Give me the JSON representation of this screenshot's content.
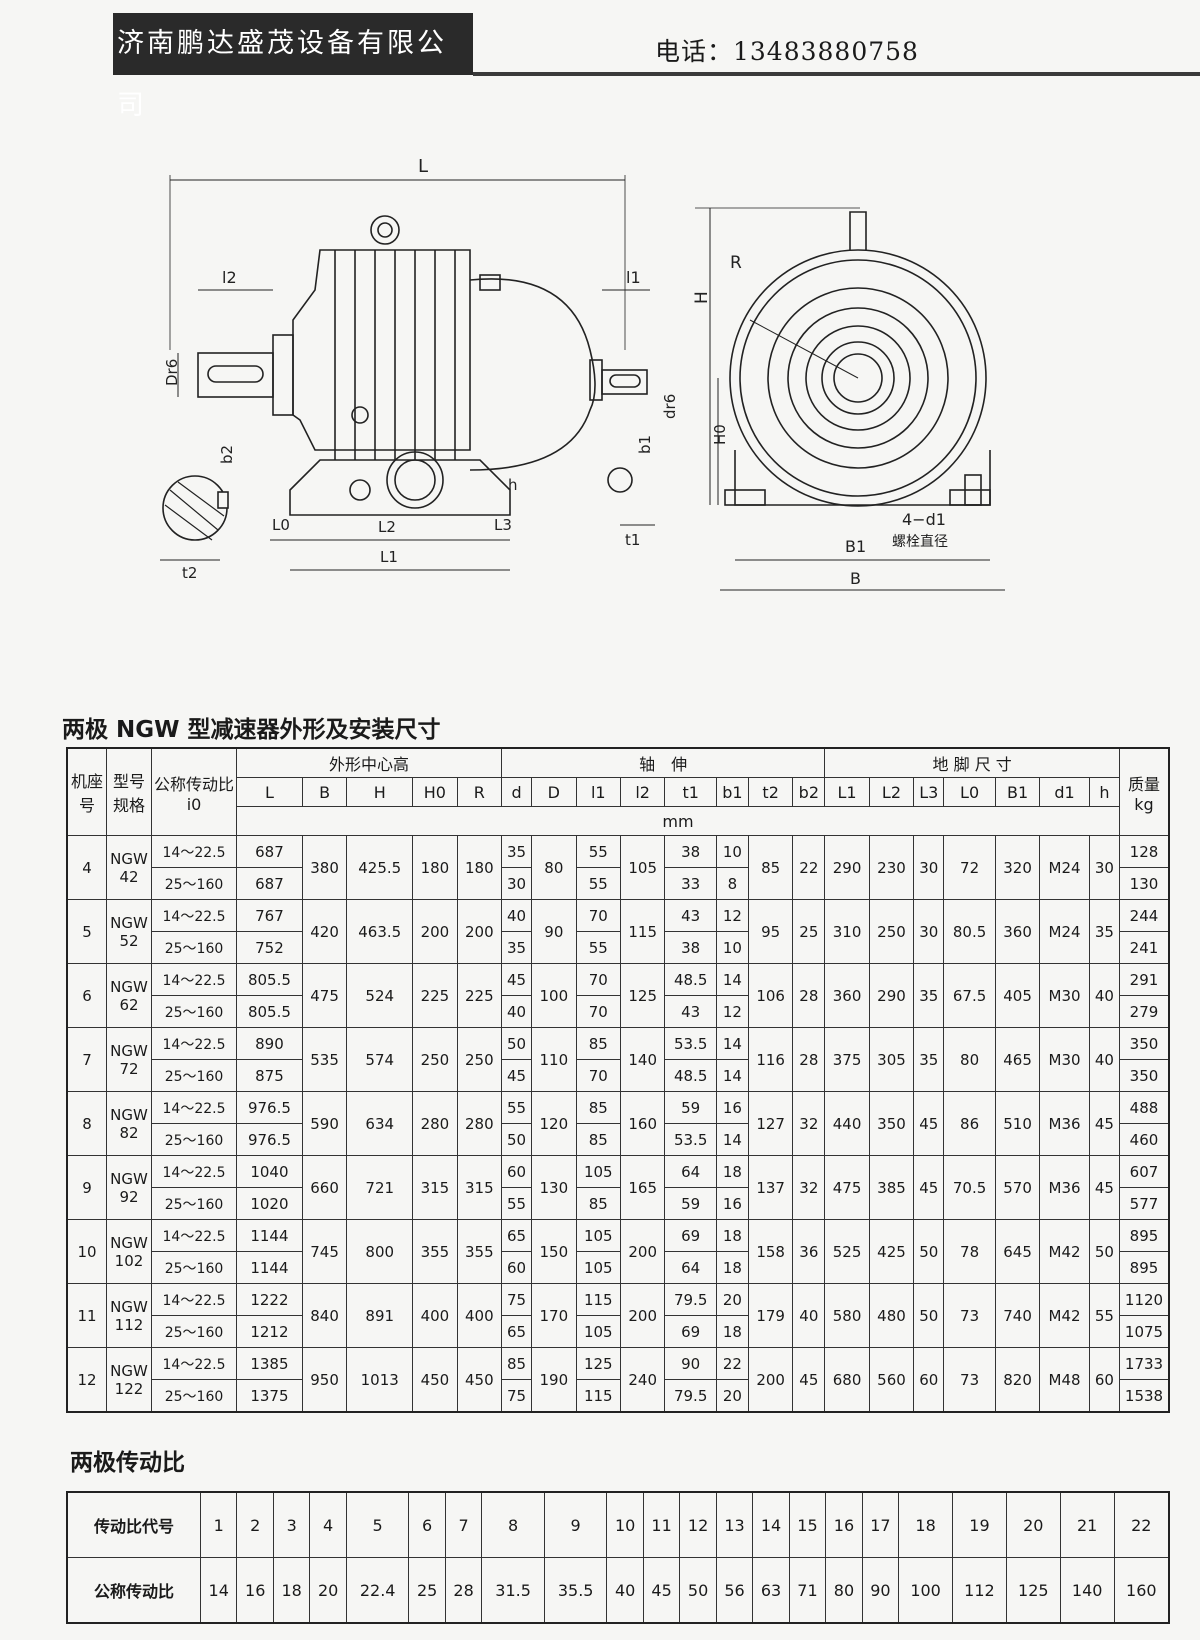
{
  "header": {
    "company": "济南鹏达盛茂设备有限公司",
    "phone": "电话：13483880758"
  },
  "drawing": {
    "labels": {
      "L": "L",
      "l2": "l2",
      "l1": "l1",
      "D": "Dr6",
      "d": "dr6",
      "H": "H",
      "H0": "H0",
      "R": "R",
      "b1": "b1",
      "b2": "b2",
      "t1": "t1",
      "t2": "t2",
      "h": "h",
      "L0": "L0",
      "L1": "L1",
      "L2": "L2",
      "L3": "L3",
      "B": "B",
      "B1": "B1",
      "bolt": "4−d1",
      "bolt_note": "螺栓直径"
    }
  },
  "dims_table": {
    "title": "两极 NGW 型减速器外形及安装尺寸",
    "h_seat": "机座号",
    "h_model": "型号规格",
    "h_ratio": "公称传动比i0",
    "g_outline": "外形中心高",
    "g_shaft": "轴　伸",
    "g_foot": "地 脚 尺 寸",
    "h_mass": "质量kg",
    "unit": "mm",
    "cols": [
      "L",
      "B",
      "H",
      "H0",
      "R",
      "d",
      "D",
      "l1",
      "l2",
      "t1",
      "b1",
      "t2",
      "b2",
      "L1",
      "L2",
      "L3",
      "L0",
      "B1",
      "d1",
      "h"
    ],
    "groups": [
      {
        "seat": "4",
        "model": "NGW 42",
        "B": "380",
        "H": "425.5",
        "H0": "180",
        "R": "180",
        "D": "80",
        "l2": "105",
        "t2": "85",
        "b2": "22",
        "L1": "290",
        "L2": "230",
        "L3": "30",
        "L0": "72",
        "B1": "320",
        "d1": "M24",
        "h": "30",
        "rows": [
          {
            "ratio": "14～22.5",
            "L": "687",
            "d": "35",
            "l1": "55",
            "t1": "38",
            "b1": "10",
            "mass": "128"
          },
          {
            "ratio": "25～160",
            "L": "687",
            "d": "30",
            "l1": "55",
            "t1": "33",
            "b1": "8",
            "mass": "130"
          }
        ]
      },
      {
        "seat": "5",
        "model": "NGW 52",
        "B": "420",
        "H": "463.5",
        "H0": "200",
        "R": "200",
        "D": "90",
        "l2": "115",
        "t2": "95",
        "b2": "25",
        "L1": "310",
        "L2": "250",
        "L3": "30",
        "L0": "80.5",
        "B1": "360",
        "d1": "M24",
        "h": "35",
        "rows": [
          {
            "ratio": "14～22.5",
            "L": "767",
            "d": "40",
            "l1": "70",
            "t1": "43",
            "b1": "12",
            "mass": "244"
          },
          {
            "ratio": "25～160",
            "L": "752",
            "d": "35",
            "l1": "55",
            "t1": "38",
            "b1": "10",
            "mass": "241"
          }
        ]
      },
      {
        "seat": "6",
        "model": "NGW 62",
        "B": "475",
        "H": "524",
        "H0": "225",
        "R": "225",
        "D": "100",
        "l2": "125",
        "t2": "106",
        "b2": "28",
        "L1": "360",
        "L2": "290",
        "L3": "35",
        "L0": "67.5",
        "B1": "405",
        "d1": "M30",
        "h": "40",
        "rows": [
          {
            "ratio": "14～22.5",
            "L": "805.5",
            "d": "45",
            "l1": "70",
            "t1": "48.5",
            "b1": "14",
            "mass": "291"
          },
          {
            "ratio": "25～160",
            "L": "805.5",
            "d": "40",
            "l1": "70",
            "t1": "43",
            "b1": "12",
            "mass": "279"
          }
        ]
      },
      {
        "seat": "7",
        "model": "NGW 72",
        "B": "535",
        "H": "574",
        "H0": "250",
        "R": "250",
        "D": "110",
        "l2": "140",
        "t2": "116",
        "b2": "28",
        "L1": "375",
        "L2": "305",
        "L3": "35",
        "L0": "80",
        "B1": "465",
        "d1": "M30",
        "h": "40",
        "rows": [
          {
            "ratio": "14～22.5",
            "L": "890",
            "d": "50",
            "l1": "85",
            "t1": "53.5",
            "b1": "14",
            "mass": "350"
          },
          {
            "ratio": "25～160",
            "L": "875",
            "d": "45",
            "l1": "70",
            "t1": "48.5",
            "b1": "14",
            "mass": "350"
          }
        ]
      },
      {
        "seat": "8",
        "model": "NGW 82",
        "B": "590",
        "H": "634",
        "H0": "280",
        "R": "280",
        "D": "120",
        "l2": "160",
        "t2": "127",
        "b2": "32",
        "L1": "440",
        "L2": "350",
        "L3": "45",
        "L0": "86",
        "B1": "510",
        "d1": "M36",
        "h": "45",
        "rows": [
          {
            "ratio": "14～22.5",
            "L": "976.5",
            "d": "55",
            "l1": "85",
            "t1": "59",
            "b1": "16",
            "mass": "488"
          },
          {
            "ratio": "25～160",
            "L": "976.5",
            "d": "50",
            "l1": "85",
            "t1": "53.5",
            "b1": "14",
            "mass": "460"
          }
        ]
      },
      {
        "seat": "9",
        "model": "NGW 92",
        "B": "660",
        "H": "721",
        "H0": "315",
        "R": "315",
        "D": "130",
        "l2": "165",
        "t2": "137",
        "b2": "32",
        "L1": "475",
        "L2": "385",
        "L3": "45",
        "L0": "70.5",
        "B1": "570",
        "d1": "M36",
        "h": "45",
        "rows": [
          {
            "ratio": "14～22.5",
            "L": "1040",
            "d": "60",
            "l1": "105",
            "t1": "64",
            "b1": "18",
            "mass": "607"
          },
          {
            "ratio": "25～160",
            "L": "1020",
            "d": "55",
            "l1": "85",
            "t1": "59",
            "b1": "16",
            "mass": "577"
          }
        ]
      },
      {
        "seat": "10",
        "model": "NGW 102",
        "B": "745",
        "H": "800",
        "H0": "355",
        "R": "355",
        "D": "150",
        "l2": "200",
        "t2": "158",
        "b2": "36",
        "L1": "525",
        "L2": "425",
        "L3": "50",
        "L0": "78",
        "B1": "645",
        "d1": "M42",
        "h": "50",
        "rows": [
          {
            "ratio": "14～22.5",
            "L": "1144",
            "d": "65",
            "l1": "105",
            "t1": "69",
            "b1": "18",
            "mass": "895"
          },
          {
            "ratio": "25～160",
            "L": "1144",
            "d": "60",
            "l1": "105",
            "t1": "64",
            "b1": "18",
            "mass": "895"
          }
        ]
      },
      {
        "seat": "11",
        "model": "NGW 112",
        "B": "840",
        "H": "891",
        "H0": "400",
        "R": "400",
        "D": "170",
        "l2": "200",
        "t2": "179",
        "b2": "40",
        "L1": "580",
        "L2": "480",
        "L3": "50",
        "L0": "73",
        "B1": "740",
        "d1": "M42",
        "h": "55",
        "rows": [
          {
            "ratio": "14～22.5",
            "L": "1222",
            "d": "75",
            "l1": "115",
            "t1": "79.5",
            "b1": "20",
            "mass": "1120"
          },
          {
            "ratio": "25～160",
            "L": "1212",
            "d": "65",
            "l1": "105",
            "t1": "69",
            "b1": "18",
            "mass": "1075"
          }
        ]
      },
      {
        "seat": "12",
        "model": "NGW 122",
        "B": "950",
        "H": "1013",
        "H0": "450",
        "R": "450",
        "D": "190",
        "l2": "240",
        "t2": "200",
        "b2": "45",
        "L1": "680",
        "L2": "560",
        "L3": "60",
        "L0": "73",
        "B1": "820",
        "d1": "M48",
        "h": "60",
        "rows": [
          {
            "ratio": "14～22.5",
            "L": "1385",
            "d": "85",
            "l1": "125",
            "t1": "90",
            "b1": "22",
            "mass": "1733"
          },
          {
            "ratio": "25～160",
            "L": "1375",
            "d": "75",
            "l1": "115",
            "t1": "79.5",
            "b1": "20",
            "mass": "1538"
          }
        ]
      }
    ]
  },
  "ratio_table": {
    "title": "两极传动比",
    "row1_label": "传动比代号",
    "row2_label": "公称传动比",
    "codes": [
      "1",
      "2",
      "3",
      "4",
      "5",
      "6",
      "7",
      "8",
      "9",
      "10",
      "11",
      "12",
      "13",
      "14",
      "15",
      "16",
      "17",
      "18",
      "19",
      "20",
      "21",
      "22"
    ],
    "ratios": [
      "14",
      "16",
      "18",
      "20",
      "22.4",
      "25",
      "28",
      "31.5",
      "35.5",
      "40",
      "45",
      "50",
      "56",
      "63",
      "71",
      "80",
      "90",
      "100",
      "112",
      "125",
      "140",
      "160"
    ]
  }
}
